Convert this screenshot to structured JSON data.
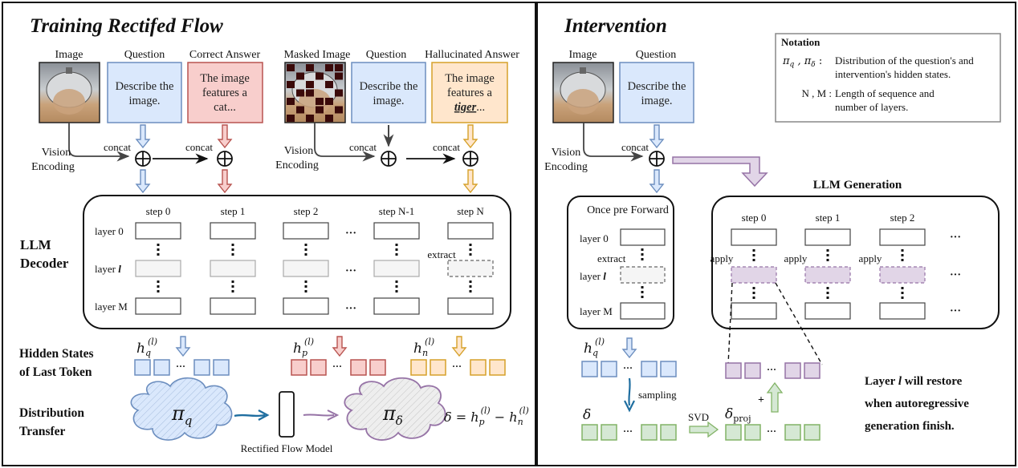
{
  "colors": {
    "blue_fill": "#dae8fc",
    "blue_stroke": "#6c8ebf",
    "red_fill": "#f8cecc",
    "red_stroke": "#b85450",
    "orange_fill": "#ffe6cc",
    "orange_stroke": "#d6a12a",
    "purple_fill": "#e1d5e7",
    "purple_stroke": "#9673a6",
    "green_fill": "#d5e8d4",
    "green_stroke": "#82b366",
    "gray_fill": "#f5f5f5",
    "mask_color": "#3a0a0a",
    "flow_arrow": "#1f6ea0"
  },
  "training": {
    "title": "Training Rectifed Flow",
    "inputs": {
      "image_label": "Image",
      "question_label": "Question",
      "question_text": [
        "Describe the",
        "image."
      ],
      "correct_label": "Correct Answer",
      "correct_text": [
        "The image",
        "features a",
        "cat..."
      ],
      "masked_label": "Masked Image",
      "question2_label": "Question",
      "question2_text": [
        "Describe the",
        "image."
      ],
      "halluc_label": "Hallucinated  Answer",
      "halluc_text": [
        "The image",
        "features a"
      ],
      "halluc_word": "tiger",
      "halluc_suffix": "..."
    },
    "vision_encoding": [
      "Vision",
      "Encoding"
    ],
    "concat": "concat",
    "decoder": {
      "section_label": [
        "LLM",
        "Decoder"
      ],
      "steps": [
        "step 0",
        "step 1",
        "step 2",
        "step N-1",
        "step N"
      ],
      "layers": [
        "layer 0",
        "layer ",
        "layer M"
      ],
      "layer_l": "l",
      "extract": "extract",
      "ellipsis": "···"
    },
    "hidden_states": {
      "section_label": [
        "Hidden States",
        "of Last Token"
      ],
      "hq": "h",
      "hq_sub": "q",
      "hp_sub": "p",
      "hn_sub": "n",
      "sup": "(l)"
    },
    "distribution": {
      "section_label": [
        "Distribution",
        "Transfer"
      ],
      "pi_q": "π",
      "pi_q_sub": "q",
      "pi_d": "π",
      "pi_d_sub": "δ",
      "model_label": "Rectified Flow Model",
      "formula": "δ = h",
      "formula_mid": " − h"
    }
  },
  "intervention": {
    "title": "Intervention",
    "image_label": "Image",
    "question_label": "Question",
    "question_text": [
      "Describe the",
      "image."
    ],
    "vision_encoding": [
      "Vision",
      "Encoding"
    ],
    "concat": "concat",
    "notation": {
      "title": "Notation",
      "row1_sym": "π_q , π_δ :",
      "row1_text": [
        "Distribution of the question's and",
        "intervention's hidden states."
      ],
      "row2_sym": "N , M :",
      "row2_text": [
        "Length of sequence and",
        "number of layers."
      ]
    },
    "pre_forward": {
      "title": "Once pre Forward",
      "layers": [
        "layer 0",
        "layer ",
        "layer M"
      ],
      "layer_l": "l",
      "extract": "extract"
    },
    "generation": {
      "title": "LLM Generation",
      "steps": [
        "step 0",
        "step 1",
        "step 2"
      ],
      "apply": "apply",
      "ellipsis": "···"
    },
    "hq": "h",
    "hq_sub": "q",
    "sup": "(l)",
    "sampling": "sampling",
    "delta": "δ",
    "svd": "SVD",
    "delta_proj": "δ",
    "delta_proj_sub": "proj",
    "plus": "+",
    "note": [
      "Layer ",
      " will restore",
      "when autoregressive",
      "generation finish."
    ],
    "note_l": "l"
  }
}
